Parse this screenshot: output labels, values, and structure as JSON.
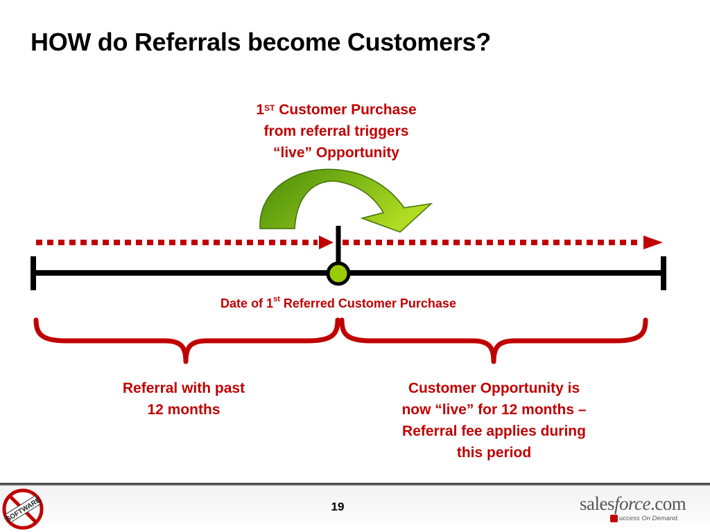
{
  "title": "HOW do Referrals become Customers?",
  "trigger": {
    "ordinal_number": "1",
    "ordinal_suffix": "ST",
    "line1_rest": " Customer Purchase",
    "line2": "from referral triggers",
    "line3": "“live” Opportunity"
  },
  "date_label": {
    "prefix": "Date of 1",
    "suffix": "st",
    "rest": " Referred Customer Purchase"
  },
  "left_caption": {
    "line1": "Referral with past",
    "line2": "12 months"
  },
  "right_caption": {
    "line1": "Customer Opportunity is",
    "line2": "now “live” for 12 months –",
    "line3": "Referral fee applies during",
    "line4": "this period"
  },
  "footer": {
    "page_number": "19",
    "logo_left_text": "SOFTWARE",
    "logo_right_brand_prefix": "sales",
    "logo_right_brand_force": "force",
    "logo_right_brand_suffix": ".com",
    "logo_right_tagline": "uccess On Demand."
  },
  "colors": {
    "accent_red": "#c00000",
    "timeline_black": "#000000",
    "marker_green": "#99cc00",
    "arrow_green_dark": "#4a8a0a",
    "arrow_green_light": "#a8d41c"
  },
  "icons": {
    "curved_arrow": "curved-arrow-icon",
    "timeline_marker": "circle-marker-icon",
    "left_brace": "curly-brace-icon",
    "right_brace": "curly-brace-icon",
    "no_software_logo": "no-software-logo",
    "salesforce_logo": "salesforce-logo"
  }
}
